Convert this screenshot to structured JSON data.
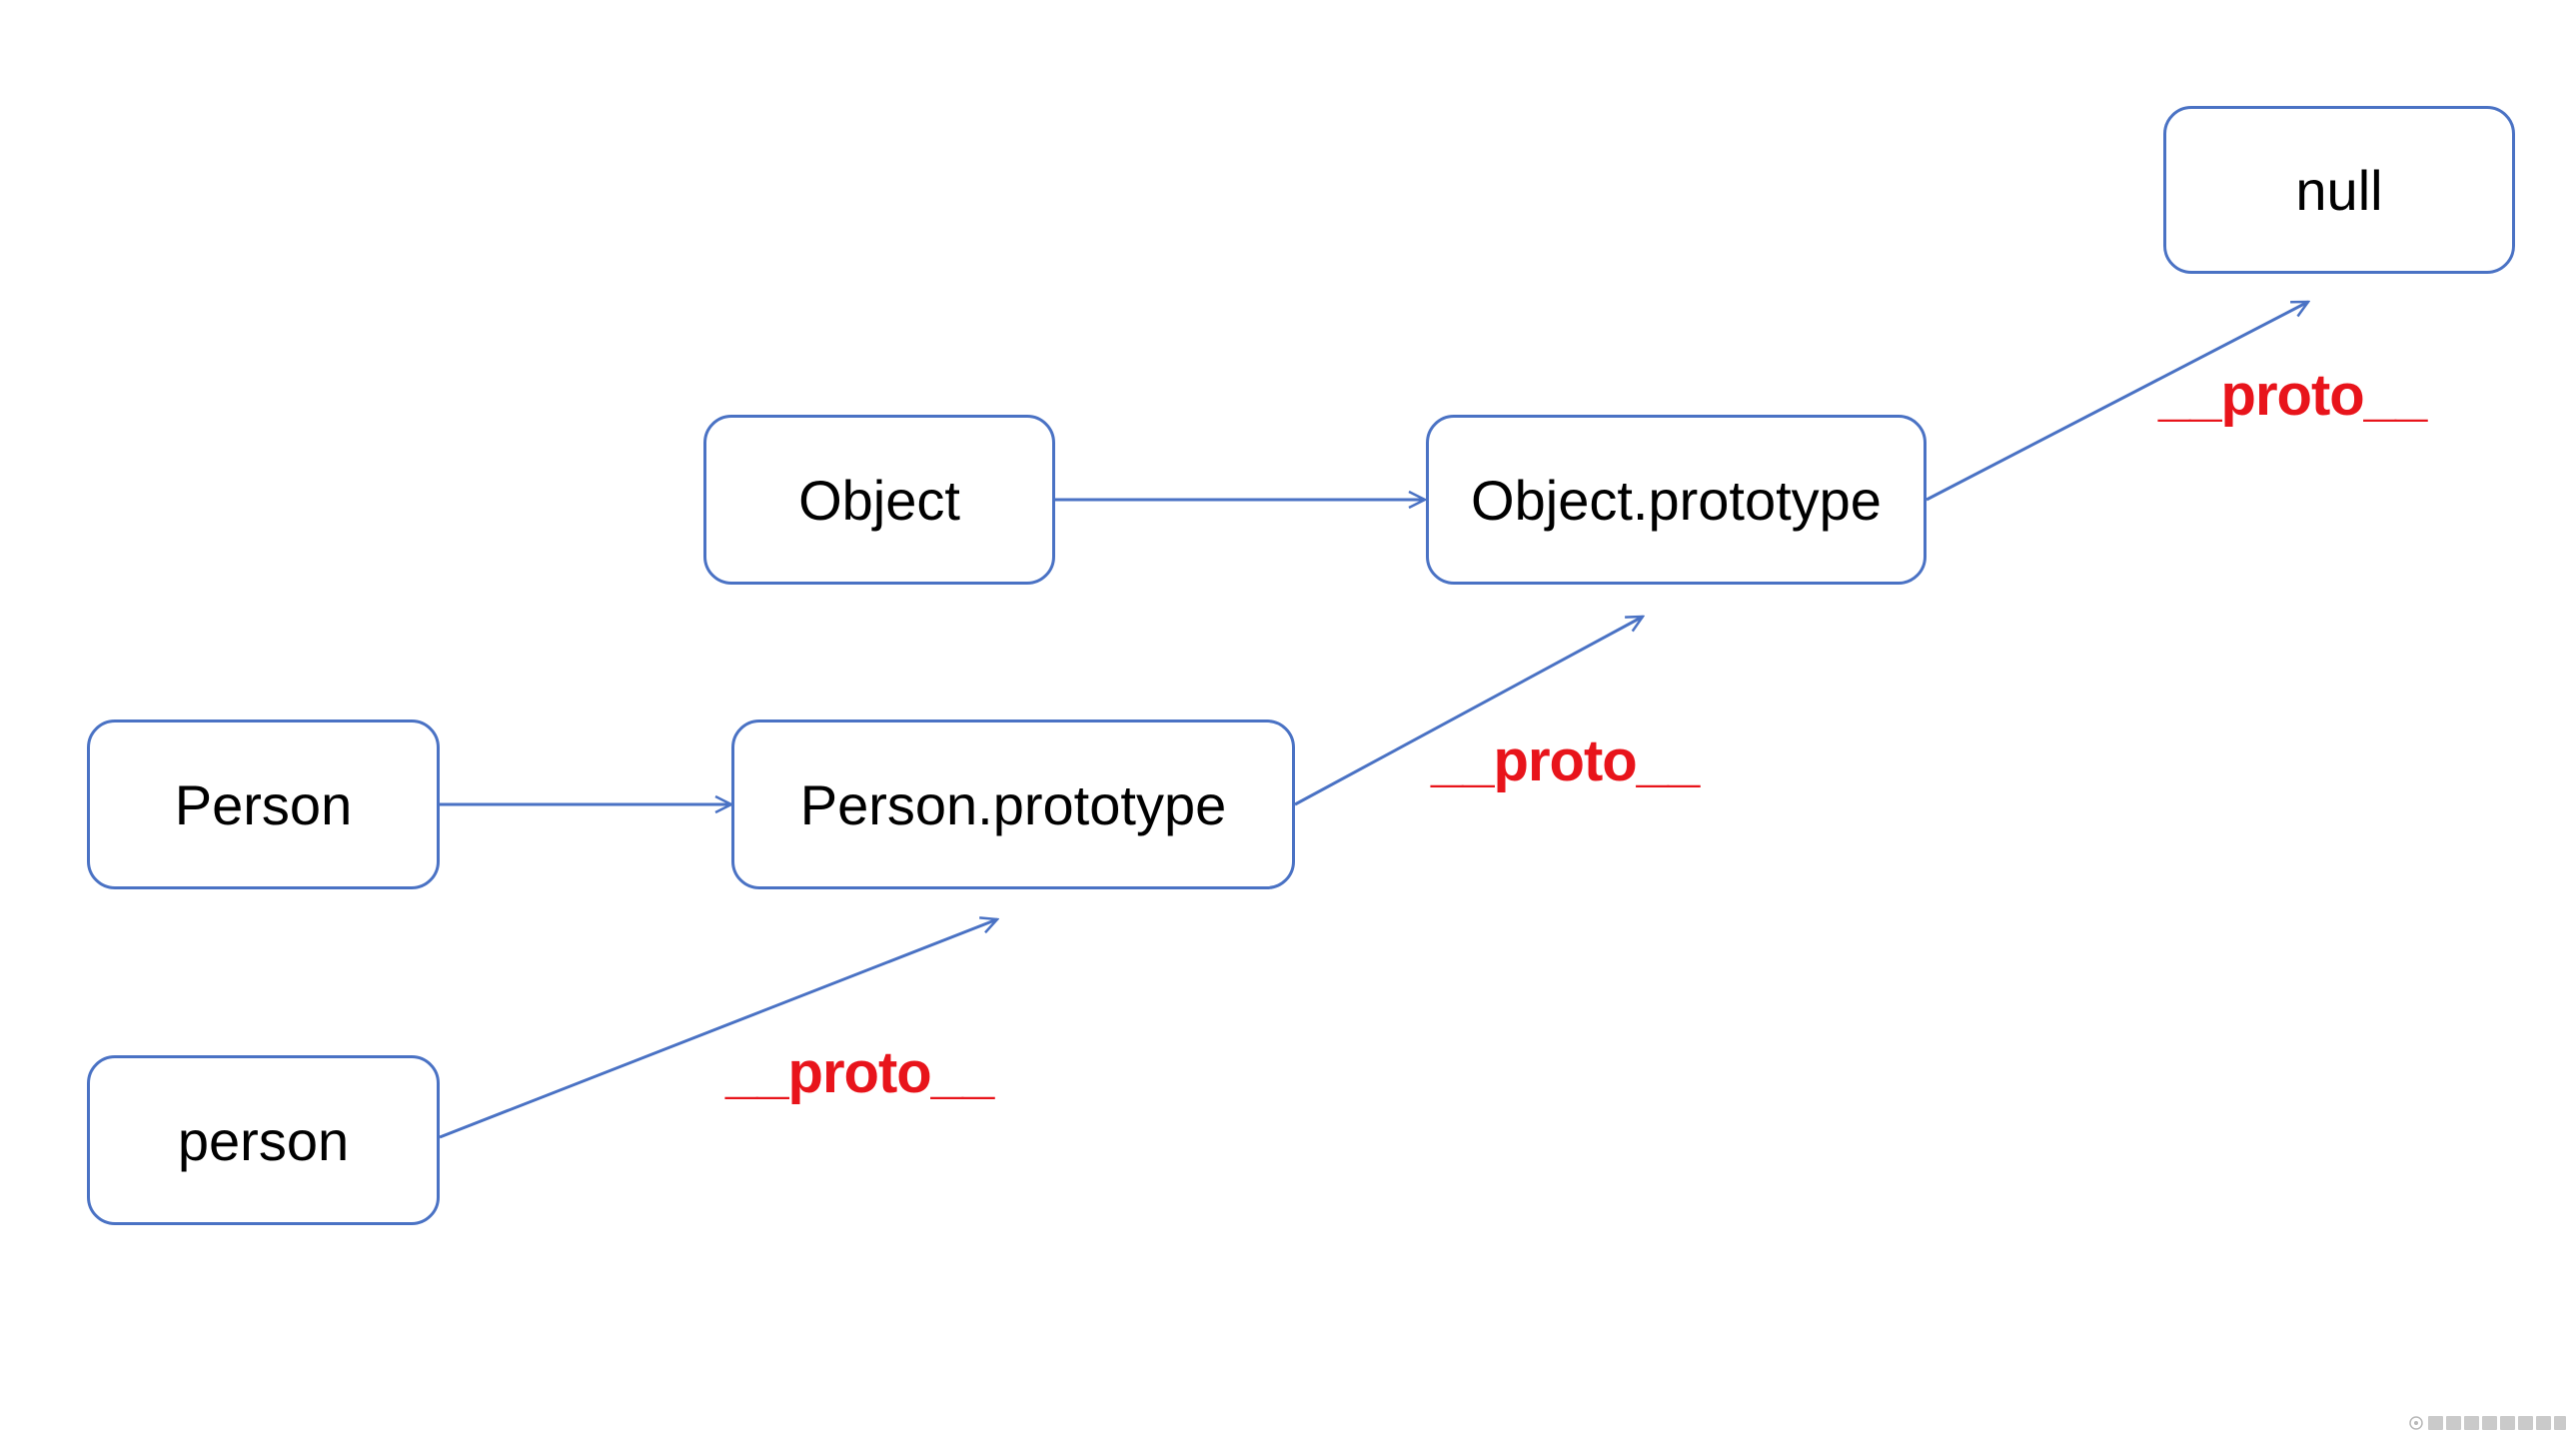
{
  "colors": {
    "node_border": "#4a72c4",
    "edge": "#4a72c4",
    "label": "#e8141b",
    "text": "#000000"
  },
  "nodes": {
    "null": "null",
    "object": "Object",
    "object_prototype": "Object.prototype",
    "person_ctor": "Person",
    "person_prototype": "Person.prototype",
    "person_instance": "person"
  },
  "edges": [
    {
      "from": "Object",
      "to": "Object.prototype",
      "label": ""
    },
    {
      "from": "Person",
      "to": "Person.prototype",
      "label": ""
    },
    {
      "from": "person",
      "to": "Person.prototype",
      "label": "__proto__"
    },
    {
      "from": "Person.prototype",
      "to": "Object.prototype",
      "label": "__proto__"
    },
    {
      "from": "Object.prototype",
      "to": "null",
      "label": "__proto__"
    }
  ],
  "watermark": "@稀土掘金技术社区"
}
